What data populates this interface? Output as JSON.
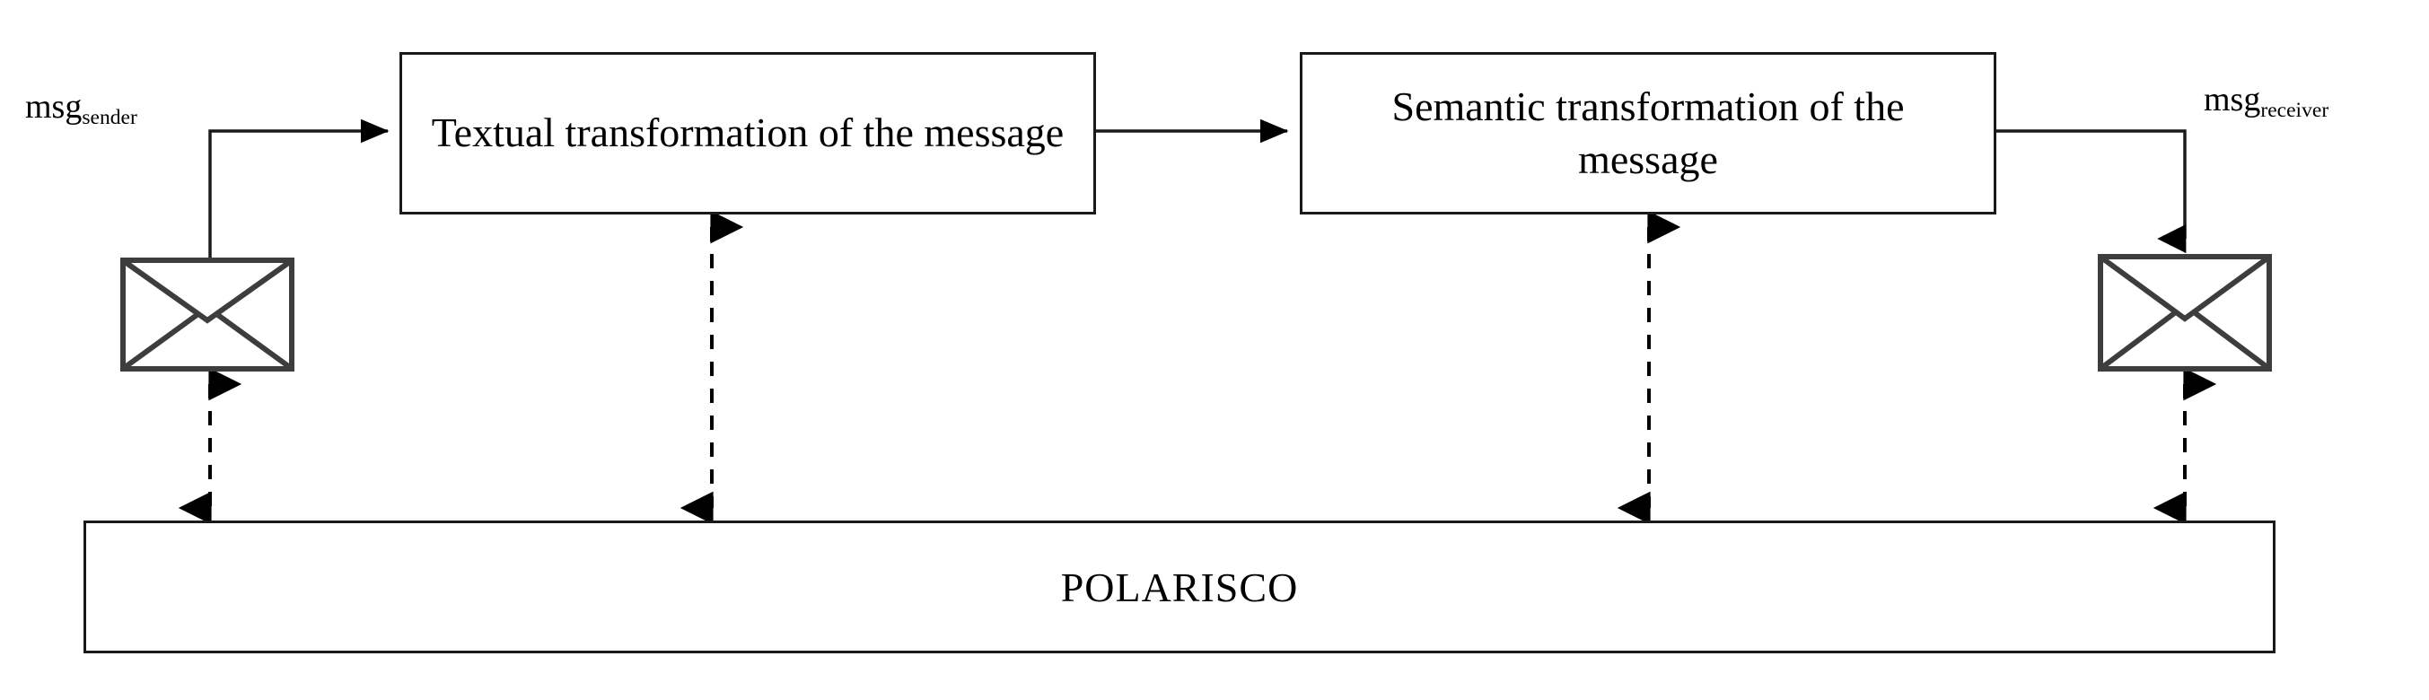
{
  "diagram": {
    "title": "POLARISCO message transformation pipeline",
    "background_color": "#ffffff",
    "stroke_color": "#1a1a1a"
  },
  "labels": {
    "msg_sender": {
      "base": "msg",
      "subscript": "sender"
    },
    "msg_receiver": {
      "base": "msg",
      "subscript": "receiver"
    }
  },
  "nodes": {
    "envelope_sender": {
      "icon": "envelope-icon",
      "name": "sender message envelope"
    },
    "envelope_receiver": {
      "icon": "envelope-icon",
      "name": "receiver message envelope"
    },
    "box_textual": {
      "text": "Textual transformation of the message"
    },
    "box_semantic": {
      "text": "Semantic transformation of the message"
    },
    "polarisco": {
      "text": "POLARISCO"
    }
  },
  "connectors": [
    {
      "id": "sender-to-textual",
      "style": "solid",
      "arrowheads": "end",
      "from": "envelope_sender",
      "to": "box_textual"
    },
    {
      "id": "textual-to-semantic",
      "style": "solid",
      "arrowheads": "end",
      "from": "box_textual",
      "to": "box_semantic"
    },
    {
      "id": "semantic-to-receiver",
      "style": "solid",
      "arrowheads": "end",
      "from": "box_semantic",
      "to": "envelope_receiver"
    },
    {
      "id": "sender-polarisco",
      "style": "dashed",
      "arrowheads": "both",
      "from": "envelope_sender",
      "to": "polarisco"
    },
    {
      "id": "textual-polarisco",
      "style": "dashed",
      "arrowheads": "both",
      "from": "box_textual",
      "to": "polarisco"
    },
    {
      "id": "semantic-polarisco",
      "style": "dashed",
      "arrowheads": "both",
      "from": "box_semantic",
      "to": "polarisco"
    },
    {
      "id": "receiver-polarisco",
      "style": "dashed",
      "arrowheads": "both",
      "from": "envelope_receiver",
      "to": "polarisco"
    }
  ]
}
